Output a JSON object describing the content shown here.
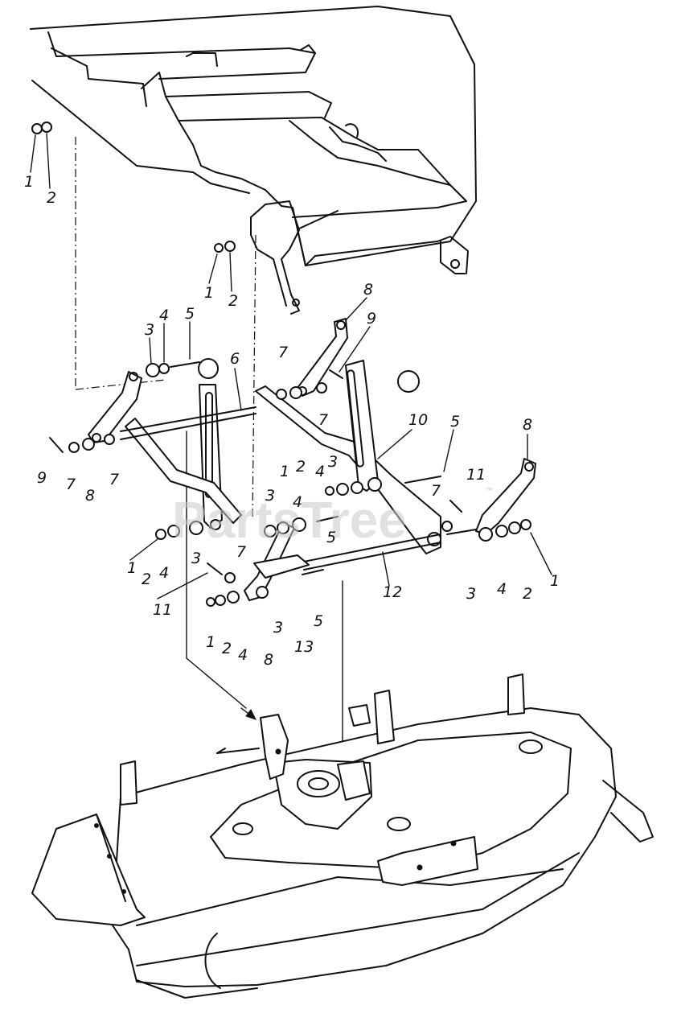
{
  "watermark": {
    "text": "PartsTree",
    "trademark": "™"
  },
  "callouts": {
    "frame_left_nut": "1",
    "frame_left_washer": "2",
    "frame_mid_nut": "1",
    "frame_mid_washer": "2",
    "left_top_spacer": "3",
    "left_top_washer": "4",
    "left_top_bolt": "5",
    "rod_front": "6",
    "bracket_top_right": "8",
    "pin_top_right": "9",
    "clip_center_top": "7",
    "clip_center_lower": "7",
    "pin_left": "9",
    "clip_left": "7",
    "bracket_left": "8",
    "clip_left_inner": "7",
    "lever_assembly": "10",
    "bolt_right_upper": "5",
    "bracket_right": "8",
    "center_nut": "1",
    "center_washer": "2",
    "center_washer_b": "4",
    "center_spacer": "3",
    "pin_right": "11",
    "clip_right": "7",
    "center_spacer_b": "3",
    "center_washer_c": "4",
    "center_bolt": "5",
    "left_mid_nut": "1",
    "left_mid_washer": "2",
    "left_mid_washer_b": "4",
    "left_mid_spacer": "3",
    "clip_lower_center": "7",
    "pin_lower_left": "11",
    "lower_nut": "1",
    "lower_washer": "2",
    "lower_washer_b": "4",
    "bracket_lower": "8",
    "lower_spacer": "3",
    "shaft_lower": "13",
    "lower_bolt": "5",
    "rod_rear": "12",
    "right_spacer": "3",
    "right_washer": "4",
    "right_washer_b": "2",
    "right_nut": "1"
  }
}
